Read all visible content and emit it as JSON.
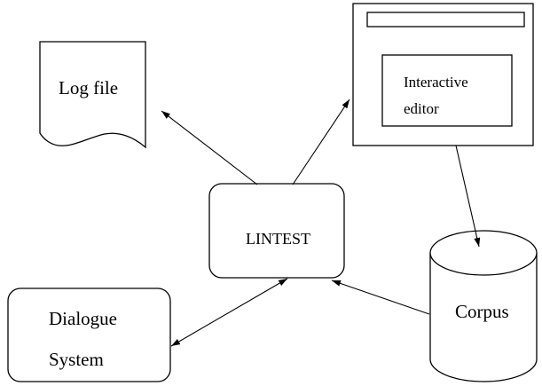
{
  "nodes": {
    "log_file": {
      "label": "Log file"
    },
    "lintest": {
      "label": "LINTEST"
    },
    "interactive_editor": {
      "line1": "Interactive",
      "line2": "editor"
    },
    "corpus": {
      "label": "Corpus"
    },
    "dialogue_system": {
      "line1": "Dialogue",
      "line2": "System"
    }
  },
  "edges": [
    {
      "from": "LINTEST",
      "to": "Log file",
      "direction": "forward"
    },
    {
      "from": "LINTEST",
      "to": "Interactive editor",
      "direction": "forward"
    },
    {
      "from": "Interactive editor",
      "to": "Corpus",
      "direction": "forward"
    },
    {
      "from": "Corpus",
      "to": "LINTEST",
      "direction": "forward"
    },
    {
      "from": "LINTEST",
      "to": "Dialogue System",
      "direction": "both"
    }
  ],
  "colors": {
    "stroke": "#000000",
    "fill": "#ffffff"
  }
}
